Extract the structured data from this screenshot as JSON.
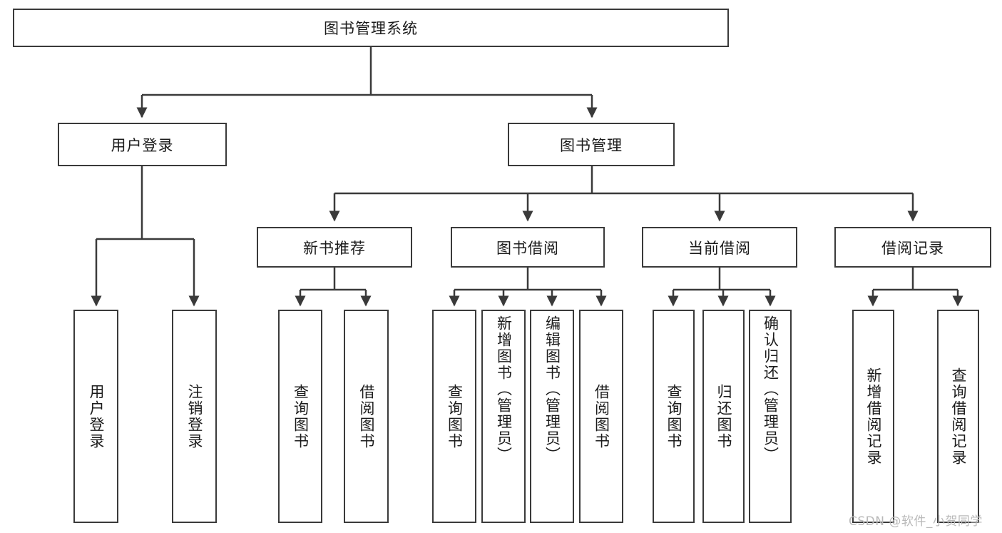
{
  "diagram": {
    "title": "图书管理系统",
    "type": "function-structure-tree",
    "colors": {
      "background": "#ffffff",
      "box_border": "#3a3a3a",
      "connector": "#3a3a3a",
      "text": "#1b1b1b",
      "watermark": "#b9b9b9"
    },
    "root": {
      "label": "图书管理系统"
    },
    "level2": [
      {
        "label": "用户登录"
      },
      {
        "label": "图书管理"
      }
    ],
    "level3": [
      {
        "label": "新书推荐"
      },
      {
        "label": "图书借阅"
      },
      {
        "label": "当前借阅"
      },
      {
        "label": "借阅记录"
      }
    ],
    "leaves": {
      "user_login": [
        {
          "label": "用户登录"
        },
        {
          "label": "注销登录"
        }
      ],
      "new_book_recommend": [
        {
          "label": "查询图书"
        },
        {
          "label": "借阅图书"
        }
      ],
      "book_borrow": [
        {
          "label": "查询图书"
        },
        {
          "label": "新增图书（管理员）"
        },
        {
          "label": "编辑图书（管理员）"
        },
        {
          "label": "借阅图书"
        }
      ],
      "current_borrow": [
        {
          "label": "查询图书"
        },
        {
          "label": "归还图书"
        },
        {
          "label": "确认归还（管理员）"
        }
      ],
      "borrow_record": [
        {
          "label": "新增借阅记录"
        },
        {
          "label": "查询借阅记录"
        }
      ]
    }
  },
  "watermark": {
    "text": "CSDN @软件_小贺同学"
  }
}
